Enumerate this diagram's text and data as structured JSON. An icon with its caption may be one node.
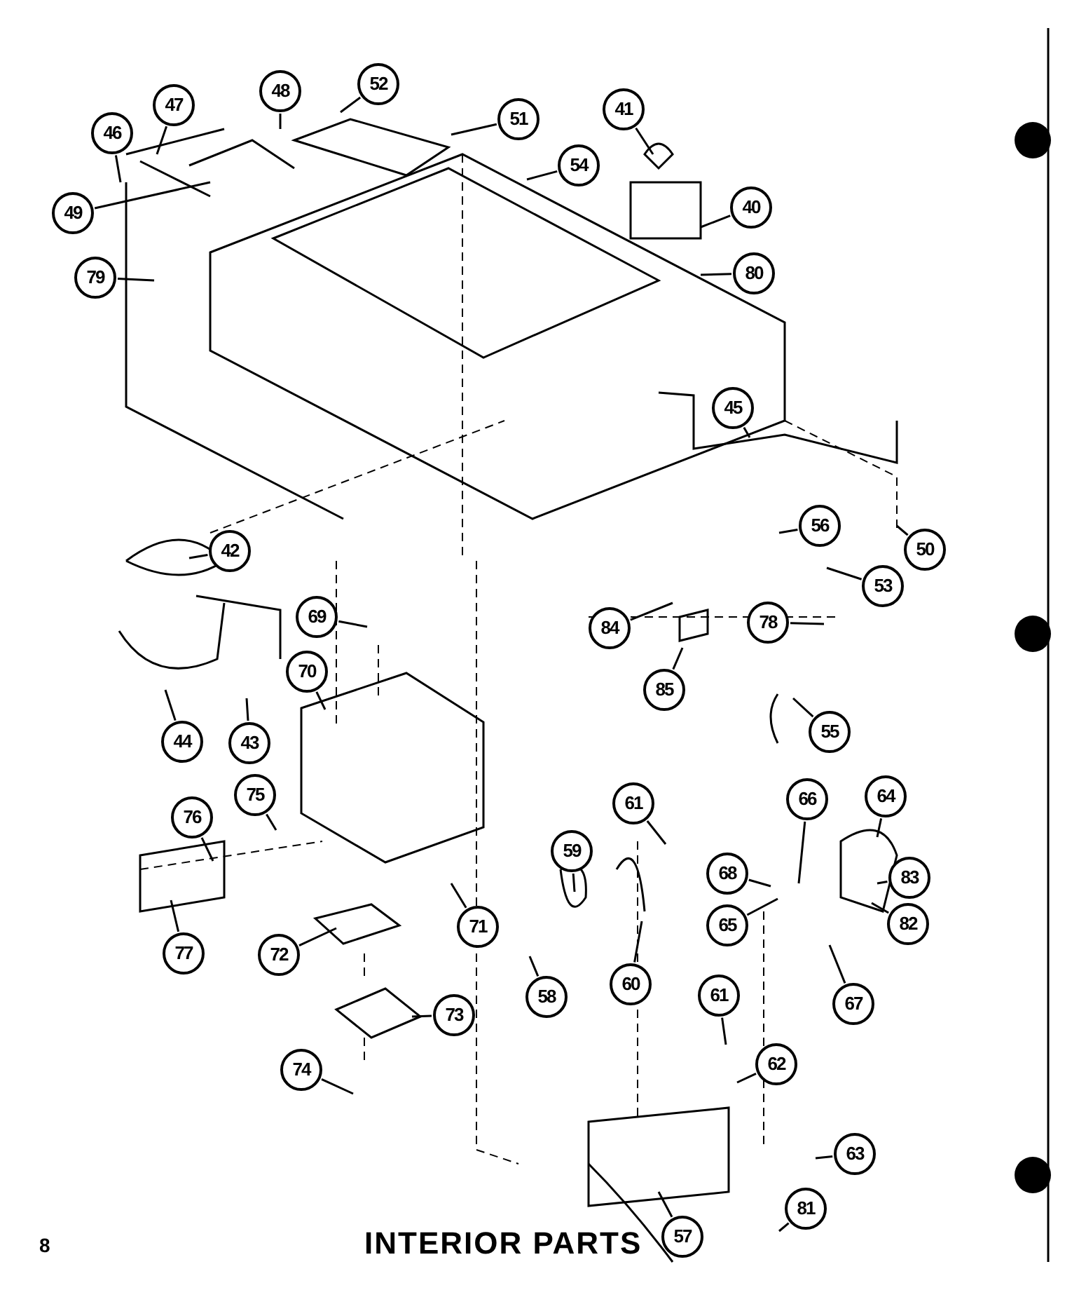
{
  "diagram": {
    "title": "INTERIOR PARTS",
    "nodes": [
      {
        "text": [
          "48"
        ]
      },
      {
        "text": [
          "52"
        ]
      },
      {
        "text": [
          "47"
        ]
      },
      {
        "text": [
          "41"
        ]
      },
      {
        "text": [
          "51"
        ]
      },
      {
        "text": [
          "46"
        ]
      },
      {
        "text": [
          "54"
        ]
      },
      {
        "text": [
          "40"
        ]
      },
      {
        "text": [
          "49"
        ]
      },
      {
        "text": [
          "80"
        ]
      },
      {
        "text": [
          "79"
        ]
      },
      {
        "text": [
          "45"
        ]
      },
      {
        "text": [
          "56"
        ]
      },
      {
        "text": [
          "42"
        ]
      },
      {
        "text": [
          "50"
        ]
      },
      {
        "text": [
          "53"
        ]
      },
      {
        "text": [
          "69"
        ]
      },
      {
        "text": [
          "78"
        ]
      },
      {
        "text": [
          "84"
        ]
      },
      {
        "text": [
          "85"
        ]
      },
      {
        "text": [
          "70"
        ]
      },
      {
        "text": [
          "55"
        ]
      },
      {
        "text": [
          "44"
        ]
      },
      {
        "text": [
          "43"
        ]
      },
      {
        "text": [
          "75"
        ]
      },
      {
        "text": [
          "64"
        ]
      },
      {
        "text": [
          "66"
        ]
      },
      {
        "text": [
          "61"
        ]
      },
      {
        "text": [
          "76"
        ]
      },
      {
        "text": [
          "59"
        ]
      },
      {
        "text": [
          "68"
        ]
      },
      {
        "text": [
          "83"
        ]
      },
      {
        "text": [
          "65"
        ]
      },
      {
        "text": [
          "82"
        ]
      },
      {
        "text": [
          "71"
        ]
      },
      {
        "text": [
          "77"
        ]
      },
      {
        "text": [
          "72"
        ]
      },
      {
        "text": [
          "60"
        ]
      },
      {
        "text": [
          "61"
        ]
      },
      {
        "text": [
          "58"
        ]
      },
      {
        "text": [
          "67"
        ]
      },
      {
        "text": [
          "73"
        ]
      },
      {
        "text": [
          "62"
        ]
      },
      {
        "text": [
          "74"
        ]
      },
      {
        "text": [
          "63"
        ]
      },
      {
        "text": [
          "81"
        ]
      },
      {
        "text": [
          "57"
        ]
      }
    ],
    "edges": [
      {
        "from": 0,
        "to": null,
        "arrow": "none"
      },
      {
        "from": 1,
        "to": null,
        "arrow": "none"
      },
      {
        "from": 2,
        "to": null,
        "arrow": "none"
      },
      {
        "from": 3,
        "to": null,
        "arrow": "none"
      },
      {
        "from": 4,
        "to": null,
        "arrow": "none"
      },
      {
        "from": 5,
        "to": null,
        "arrow": "none"
      },
      {
        "from": 6,
        "to": null,
        "arrow": "none"
      },
      {
        "from": 7,
        "to": null,
        "arrow": "none"
      },
      {
        "from": 8,
        "to": null,
        "arrow": "none"
      },
      {
        "from": 9,
        "to": null,
        "arrow": "none"
      },
      {
        "from": 10,
        "to": null,
        "arrow": "none"
      },
      {
        "from": 11,
        "to": null,
        "arrow": "none"
      },
      {
        "from": 12,
        "to": null,
        "arrow": "none"
      },
      {
        "from": 13,
        "to": null,
        "arrow": "none"
      },
      {
        "from": 14,
        "to": null,
        "arrow": "none"
      },
      {
        "from": 15,
        "to": null,
        "arrow": "none"
      },
      {
        "from": 16,
        "to": null,
        "arrow": "none"
      },
      {
        "from": 17,
        "to": null,
        "arrow": "none"
      },
      {
        "from": 18,
        "to": null,
        "arrow": "none"
      },
      {
        "from": 19,
        "to": null,
        "arrow": "none"
      },
      {
        "from": 20,
        "to": null,
        "arrow": "none"
      },
      {
        "from": 21,
        "to": null,
        "arrow": "none"
      },
      {
        "from": 22,
        "to": null,
        "arrow": "none"
      },
      {
        "from": 23,
        "to": null,
        "arrow": "none"
      },
      {
        "from": 24,
        "to": null,
        "arrow": "none"
      },
      {
        "from": 25,
        "to": null,
        "arrow": "none"
      },
      {
        "from": 26,
        "to": null,
        "arrow": "none"
      },
      {
        "from": 27,
        "to": null,
        "arrow": "none"
      },
      {
        "from": 28,
        "to": null,
        "arrow": "none"
      },
      {
        "from": 29,
        "to": null,
        "arrow": "none"
      },
      {
        "from": 30,
        "to": null,
        "arrow": "none"
      },
      {
        "from": 31,
        "to": null,
        "arrow": "none"
      },
      {
        "from": 32,
        "to": null,
        "arrow": "none"
      },
      {
        "from": 33,
        "to": null,
        "arrow": "none"
      },
      {
        "from": 34,
        "to": null,
        "arrow": "none"
      },
      {
        "from": 35,
        "to": null,
        "arrow": "none"
      },
      {
        "from": 36,
        "to": null,
        "arrow": "none"
      },
      {
        "from": 37,
        "to": null,
        "arrow": "none"
      },
      {
        "from": 38,
        "to": null,
        "arrow": "none"
      },
      {
        "from": 39,
        "to": null,
        "arrow": "none"
      },
      {
        "from": 40,
        "to": null,
        "arrow": "none"
      },
      {
        "from": 41,
        "to": null,
        "arrow": "none"
      },
      {
        "from": 42,
        "to": null,
        "arrow": "none"
      },
      {
        "from": 43,
        "to": null,
        "arrow": "none"
      },
      {
        "from": 44,
        "to": null,
        "arrow": "none"
      },
      {
        "from": 45,
        "to": null,
        "arrow": "none"
      },
      {
        "from": 46,
        "to": null,
        "arrow": "none"
      }
    ],
    "labels": [
      "8"
    ]
  }
}
